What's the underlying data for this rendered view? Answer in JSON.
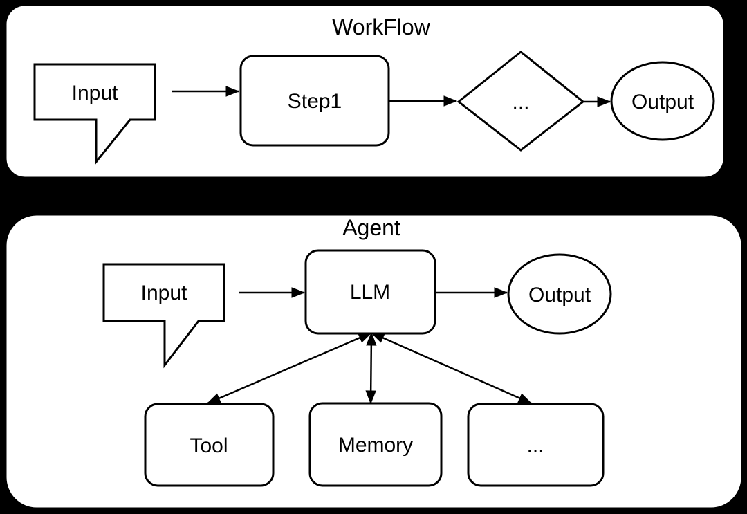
{
  "colors": {
    "background": "#000000",
    "panel_fill": "#ffffff",
    "node_fill": "#ffffff",
    "stroke": "#000000",
    "text": "#000000"
  },
  "panels": {
    "workflow": {
      "title": "WorkFlow",
      "nodes": {
        "input": {
          "label": "Input"
        },
        "step1": {
          "label": "Step1"
        },
        "decision": {
          "label": "..."
        },
        "output": {
          "label": "Output"
        }
      }
    },
    "agent": {
      "title": "Agent",
      "nodes": {
        "input": {
          "label": "Input"
        },
        "llm": {
          "label": "LLM"
        },
        "output": {
          "label": "Output"
        },
        "tool": {
          "label": "Tool"
        },
        "memory": {
          "label": "Memory"
        },
        "more": {
          "label": "..."
        }
      }
    }
  },
  "edges": [
    {
      "panel": "workflow",
      "from": "input",
      "to": "step1",
      "bidirectional": false
    },
    {
      "panel": "workflow",
      "from": "step1",
      "to": "decision",
      "bidirectional": false
    },
    {
      "panel": "workflow",
      "from": "decision",
      "to": "output",
      "bidirectional": false
    },
    {
      "panel": "agent",
      "from": "input",
      "to": "llm",
      "bidirectional": false
    },
    {
      "panel": "agent",
      "from": "llm",
      "to": "output",
      "bidirectional": false
    },
    {
      "panel": "agent",
      "from": "llm",
      "to": "tool",
      "bidirectional": true
    },
    {
      "panel": "agent",
      "from": "llm",
      "to": "memory",
      "bidirectional": true
    },
    {
      "panel": "agent",
      "from": "llm",
      "to": "more",
      "bidirectional": true
    }
  ]
}
